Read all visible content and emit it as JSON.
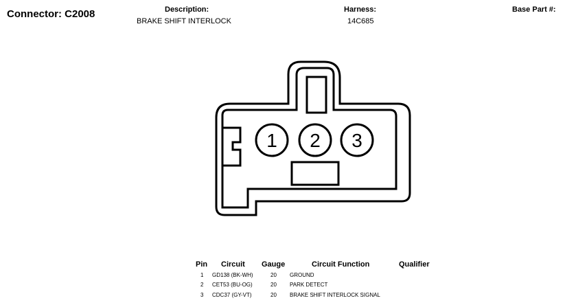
{
  "connector": {
    "title": "Connector: C2008"
  },
  "description": {
    "label": "Description:",
    "value": "BRAKE SHIFT INTERLOCK"
  },
  "harness": {
    "label": "Harness:",
    "value": "14C685"
  },
  "base_part": {
    "label": "Base Part #:",
    "value": ""
  },
  "pins": {
    "labels": [
      "1",
      "2",
      "3"
    ]
  },
  "table": {
    "headers": {
      "pin": "Pin",
      "circuit": "Circuit",
      "gauge": "Gauge",
      "function": "Circuit Function",
      "qualifier": "Qualifier"
    },
    "rows": [
      {
        "pin": "1",
        "circuit": "GD138 (BK-WH)",
        "gauge": "20",
        "function": "GROUND",
        "qualifier": ""
      },
      {
        "pin": "2",
        "circuit": "CET53 (BU-OG)",
        "gauge": "20",
        "function": "PARK DETECT",
        "qualifier": ""
      },
      {
        "pin": "3",
        "circuit": "CDC37 (GY-VT)",
        "gauge": "20",
        "function": "BRAKE SHIFT INTERLOCK SIGNAL",
        "qualifier": ""
      }
    ]
  }
}
